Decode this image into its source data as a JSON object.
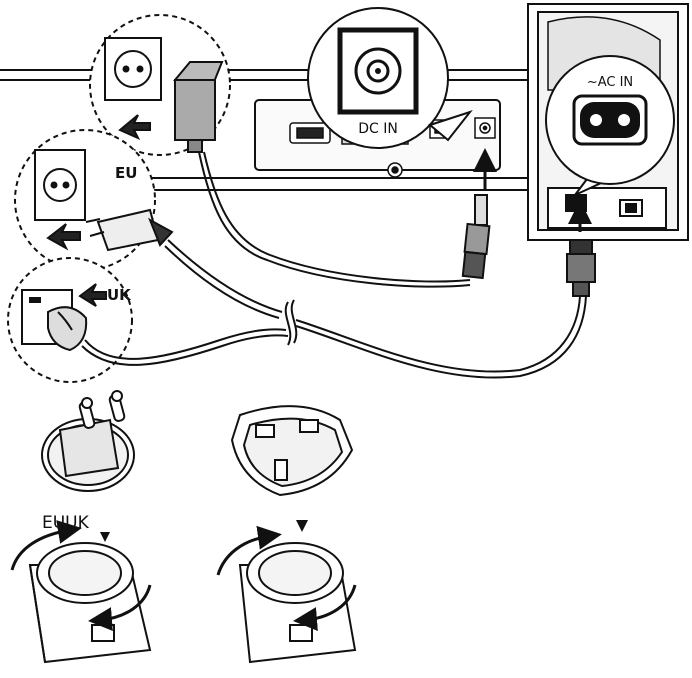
{
  "labels": {
    "dc_in": "DC IN",
    "ac_in": "~AC IN",
    "eu_plug": "EU",
    "uk_plug": "UK",
    "euuk_caption": "EUUK"
  },
  "colors": {
    "line": "#111111",
    "panel": "#ececec",
    "arrow": "#444444"
  },
  "icons": [
    "wall-outlet-icon",
    "power-adapter-icon",
    "dc-plug-icon",
    "ac-plug-icon",
    "eu-plug-icon",
    "uk-plug-icon",
    "rotate-arrow-icon",
    "insert-arrow-icon"
  ]
}
